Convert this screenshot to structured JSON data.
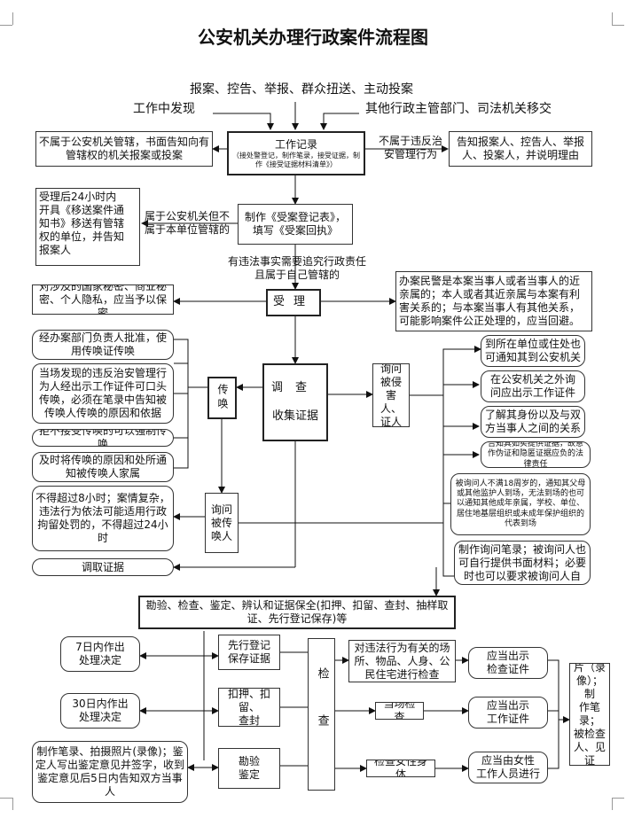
{
  "title": "公安机关办理行政案件流程图",
  "sources": {
    "report": "报案、控告、举报、群众扭送、主动投案",
    "discovery": "工作中发现",
    "transfer": "其他行政主管部门、司法机关移交"
  },
  "labels": {
    "not_violation": "不属于违反治\n安管理行为",
    "not_unit": "属于公安机关但不\n属于本单位管辖的",
    "legal_duty": "有违法事实需要追究行政责任\n且属于自己管辖的"
  },
  "boxes": {
    "not_jurisdiction": "不属于公安机关管辖，书面告知向有管辖权的机关报案或投案",
    "work_record": {
      "title": "工作记录",
      "note": "（接处警登记，制作笔录，接受证据，制作《接受证据材料清单》）"
    },
    "notify_reporter": "告知报案人、控告人、举报人、投案人，并说明理由",
    "transfer_24h": "受理后24小时内\n开具《移送案件通\n知书》移送有管辖\n权的单位，并告知\n报案人",
    "make_register": "制作《受案登记表》，\n填写《受案回执》",
    "confidentiality": "对涉及的国家秘密、商业秘密、个人隐私，应当予以保密",
    "accept": "受理",
    "recusal": "办案民警是本案当事人或者当事人的近亲属的；本人或者其近亲属与本案有利害关系的；与本案当事人有其他关系，可能影响案件公正处理的，应当回避。",
    "summon_approval": "经办案部门负责人批准，使用传唤证传唤",
    "oral_summon": "当场发现的违反治安管理行为人经出示工作证件可口头传唤，必须在笔录中告知被传唤人传唤的原因和依据",
    "compel": "拒不接受传唤的可以强制传唤",
    "notify_family": "及时将传唤的原因和处所通知被传唤人家属",
    "summon": "传唤",
    "investigation": {
      "title": "调查",
      "sub": "收集证据"
    },
    "question_victim": "询问\n被侵\n害人、\n证人",
    "notify_workplace": "到所在单位或住处也\n可通知其到公安机关",
    "show_credential": "在公安机关之外询\n问应出示工作证件",
    "know_identity": "了解其身份以及与双\n方当事人之间的关系",
    "false_evidence": "告知其如实提供证据，故意作伪证和隐匿证据应负的法律责任",
    "minor_guardian": "被询问人不满18周岁的，通知其父母或其他监护人到场，无法到场的也可以通知其他成年亲属，学校、单位、居住地基层组织或未成年保护组织的代表到场",
    "make_transcript": "制作询问笔录；被询问人也可自行提供书面材料；必要时也可以要求被询问人自",
    "time_limit": "不得超过8小时；案情复杂，违法行为依法可能适用行政拘留处罚的，不得超过24小时",
    "question_witness": "询问\n被传\n唤人",
    "obtain_evidence": "调取证据",
    "inspection_banner": "勘验、检查、鉴定、辨认和证据保全(扣押、扣留、查封、抽样取证、先行登记保存)等",
    "decide_7days": "7日内作出\n处理决定",
    "decide_30days": "30日内作出\n处理决定",
    "appraisal_record": "制作笔录、拍摄照片(录像)；鉴定人写出鉴定意见并签字，收到鉴定意见后5日内告知双方当事人",
    "register_preserve": "先行登记\n保存证据",
    "seize": "扣押、扣留、\n查封",
    "appraisal": "勘验\n鉴定",
    "inspect": "检查",
    "inspect_premises": "对违法行为有关的场所、物品、人身、公民住宅进行检查",
    "on_site": "当场检查",
    "female_body": "检查女性身体",
    "show_inspect_cert": "应当出示\n检查证件",
    "show_work_cert": "应当出示\n工作证件",
    "female_staff": "应当由女性\n工作人员进行",
    "photo_sign": "拍摄照\n片（录\n像）；制\n作笔录；\n被检查\n人、见证\n人签字"
  }
}
